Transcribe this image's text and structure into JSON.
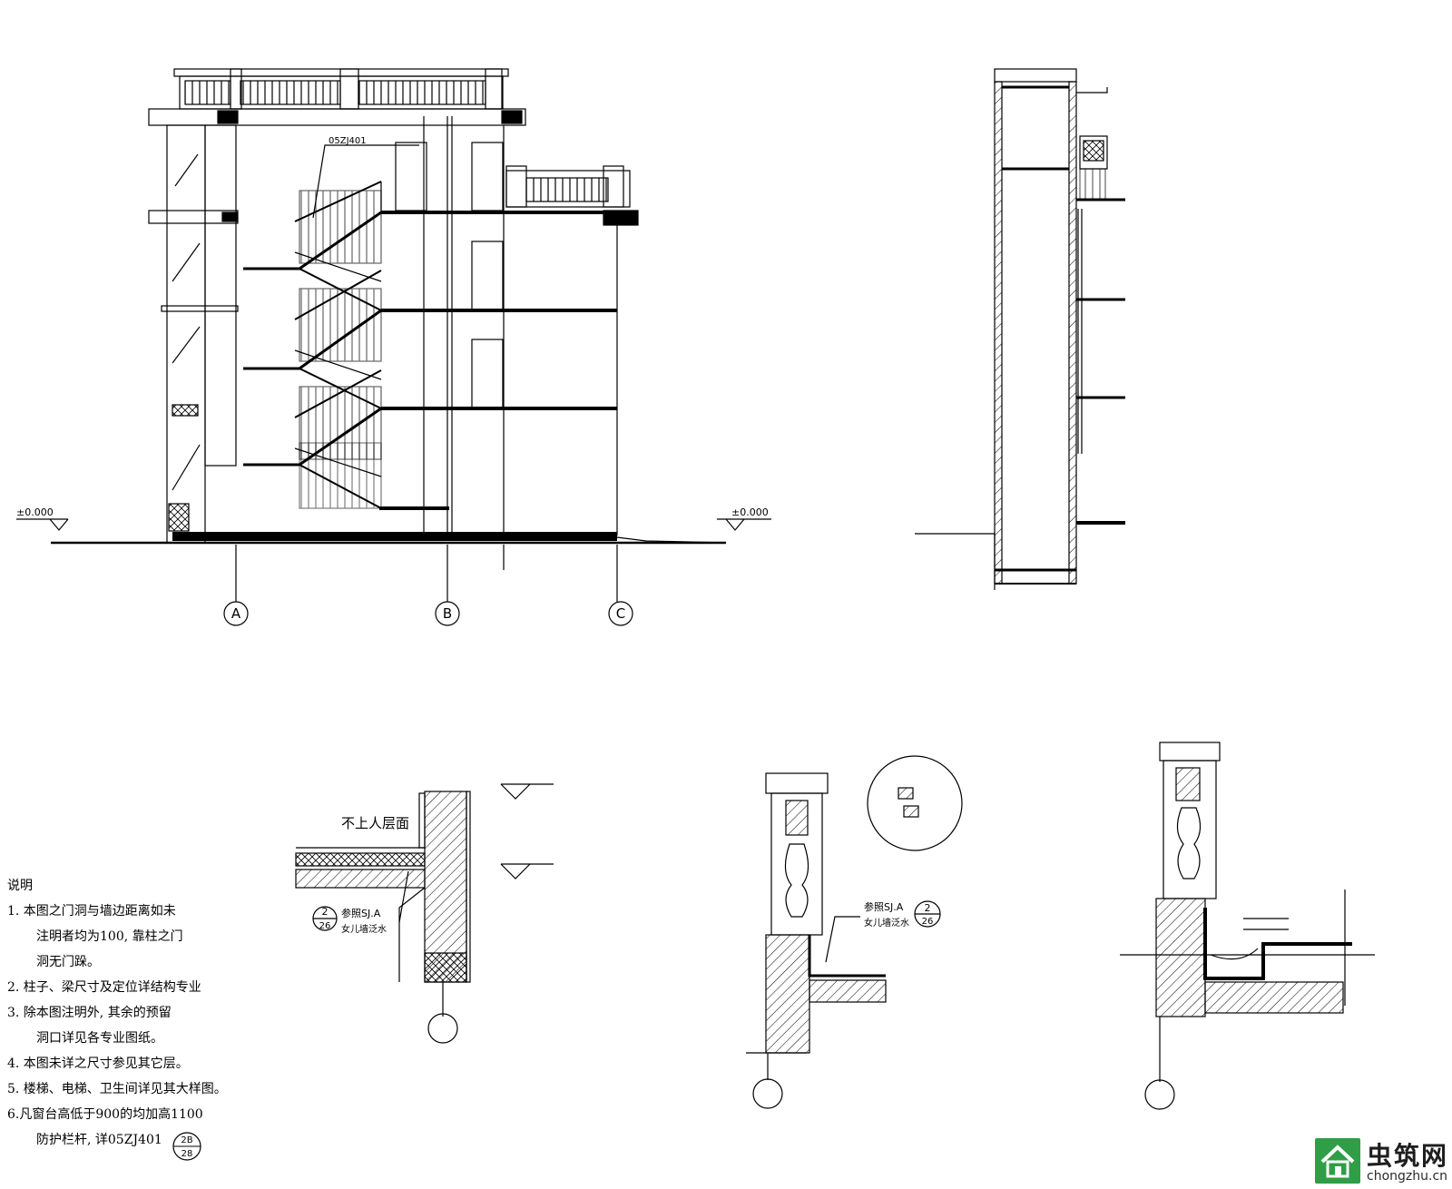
{
  "section": {
    "level_left": "±0.000",
    "level_right": "±0.000",
    "axes": [
      "A",
      "B",
      "C"
    ],
    "stair_ref": "05ZJ401"
  },
  "details": {
    "roof_label": "不上人层面",
    "ref_left_line1": "参照SJ.A",
    "ref_left_line2": "女儿墙泛水",
    "ref_num_top": "2",
    "ref_num_bottom": "26",
    "ref_mid_line1": "参照SJ.A",
    "ref_mid_line2": "女儿墙泛水"
  },
  "notes": {
    "heading": "说明",
    "items": [
      "1. 本图之门洞与墙边距离如未",
      "注明者均为100, 靠柱之门",
      "洞无门跺。",
      "2.  柱子、梁尺寸及定位详结构专业",
      "3. 除本图注明外, 其余的预留",
      "洞口详见各专业图纸。",
      "4. 本图未详之尺寸参见其它层。",
      "5. 楼梯、电梯、卫生间详见其大样图。",
      "6.凡窗台高低于900的均加高1100",
      "防护栏杆, 详05ZJ401"
    ],
    "ref_top": "2B",
    "ref_bottom": "28"
  },
  "watermark": {
    "name": "虫筑网",
    "url": "chongzhu.cn"
  }
}
